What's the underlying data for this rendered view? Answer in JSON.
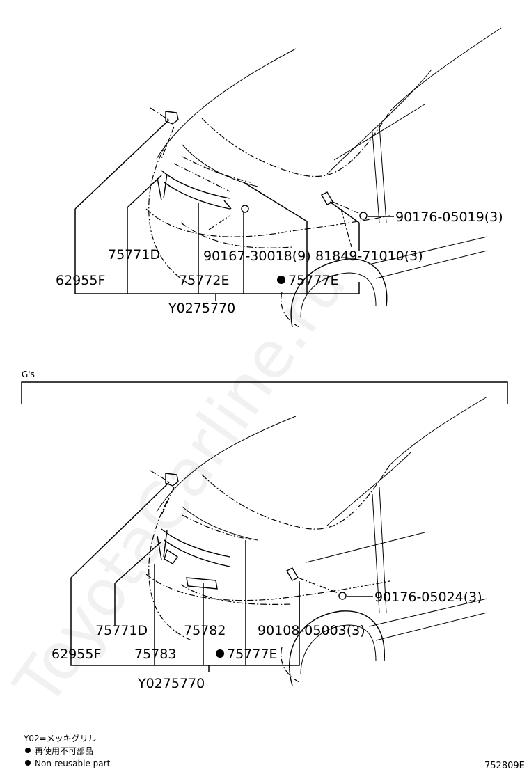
{
  "watermark": "ToyotaCarline.ru",
  "diagram_id": "752809E",
  "section_top": {
    "labels": {
      "p62955F": "62955F",
      "p75771D": "75771D",
      "p75772E": "75772E",
      "p90167": "90167-30018(9)",
      "p81849": "81849-71010(3)",
      "p75777E": "75777E",
      "p90176": "90176-05019(3)",
      "assembly": "Y0275770"
    }
  },
  "section_gs": {
    "header": "G's",
    "labels": {
      "p62955F": "62955F",
      "p75771D": "75771D",
      "p75783": "75783",
      "p75782": "75782",
      "p75777E": "75777E",
      "p90108": "90108-05003(3)",
      "p90176": "90176-05024(3)",
      "assembly": "Y0275770"
    }
  },
  "legend": {
    "y02": "Y02=メッキグリル",
    "jp_nonreusable": "再使用不可部品",
    "en_nonreusable": "Non-reusable part"
  }
}
